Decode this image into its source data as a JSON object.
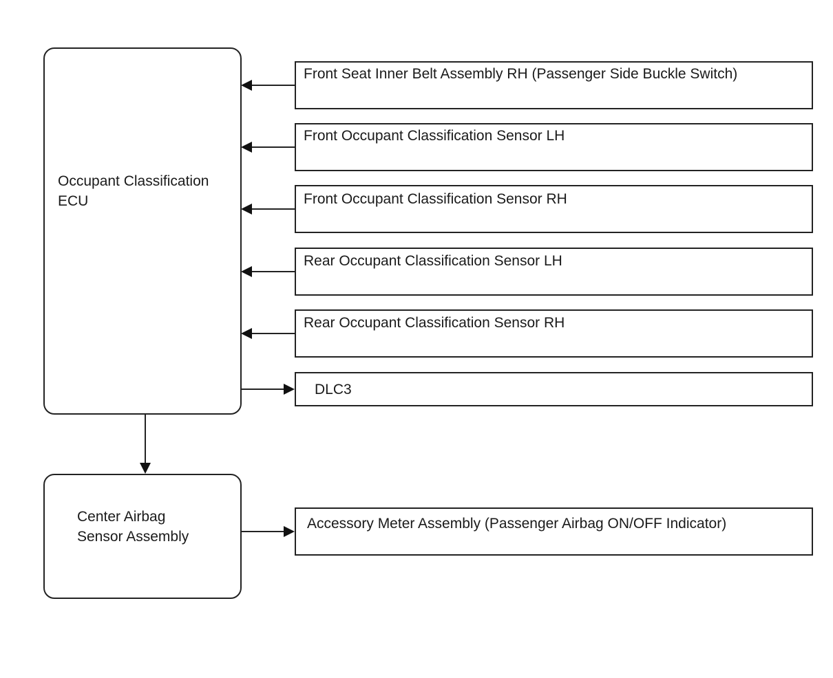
{
  "diagram": {
    "occupant_ecu": {
      "label": "Occupant Classification\nECU"
    },
    "center_airbag": {
      "label": "Center Airbag\nSensor Assembly"
    },
    "inputs": [
      {
        "label": "Front Seat Inner Belt Assembly RH (Passenger Side Buckle Switch)"
      },
      {
        "label": "Front Occupant Classification Sensor LH"
      },
      {
        "label": "Front Occupant Classification Sensor RH"
      },
      {
        "label": "Rear Occupant Classification Sensor LH"
      },
      {
        "label": "Rear Occupant Classification Sensor RH"
      }
    ],
    "dlc3": {
      "label": "DLC3"
    },
    "accessory_meter": {
      "label": "Accessory Meter Assembly (Passenger Airbag ON/OFF Indicator)"
    }
  }
}
